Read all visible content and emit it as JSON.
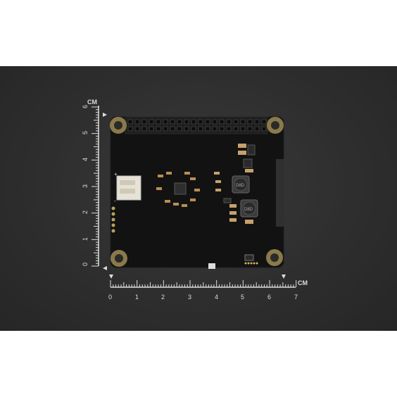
{
  "ruler_unit": "CM",
  "vertical_ticks": [
    "0",
    "1",
    "2",
    "3",
    "4",
    "5",
    "6"
  ],
  "horizontal_ticks": [
    "0",
    "1",
    "2",
    "3",
    "4",
    "5",
    "6",
    "7"
  ],
  "connector_marks": [
    "+",
    "-"
  ],
  "chip_labels": [
    "D8D",
    "D8D"
  ]
}
